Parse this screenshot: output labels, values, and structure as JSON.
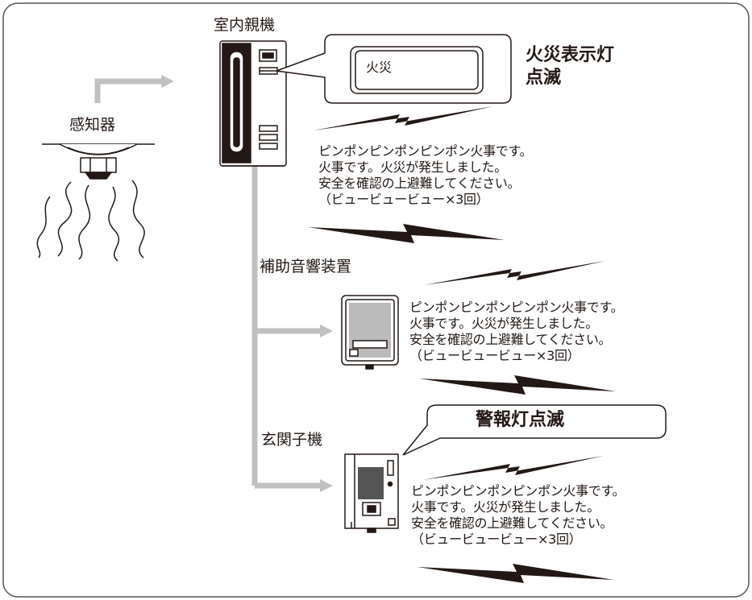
{
  "frame": {
    "border_color": "#555555"
  },
  "colors": {
    "wiring": "#c0c0c0",
    "ink": "#231815"
  },
  "labels": {
    "sensor": "感知器",
    "master_unit": "室内親機",
    "auxiliary_sounder": "補助音響装置",
    "entrance_unit": "玄関子機"
  },
  "master_display": {
    "panel_text": "火災",
    "status_line1": "火災表示灯",
    "status_line2": "点滅"
  },
  "entrance_status": "警報灯点滅",
  "announcements": {
    "master": [
      "ピンポンピンポンピンポン火事です。",
      "火事です。火災が発生しました。",
      "安全を確認の上避難してください。",
      "（ビュービュービュー×3回）"
    ],
    "auxiliary": [
      "ピンポンピンポンピンポン火事です。",
      "火事です。火災が発生しました。",
      "安全を確認の上避難してください。",
      "（ビュービュービュー×3回）"
    ],
    "entrance": [
      "ピンポンピンポンピンポン火事です。",
      "火事です。火災が発生しました。",
      "安全を確認の上避難してください。",
      "（ビュービュービュー×3回）"
    ]
  }
}
